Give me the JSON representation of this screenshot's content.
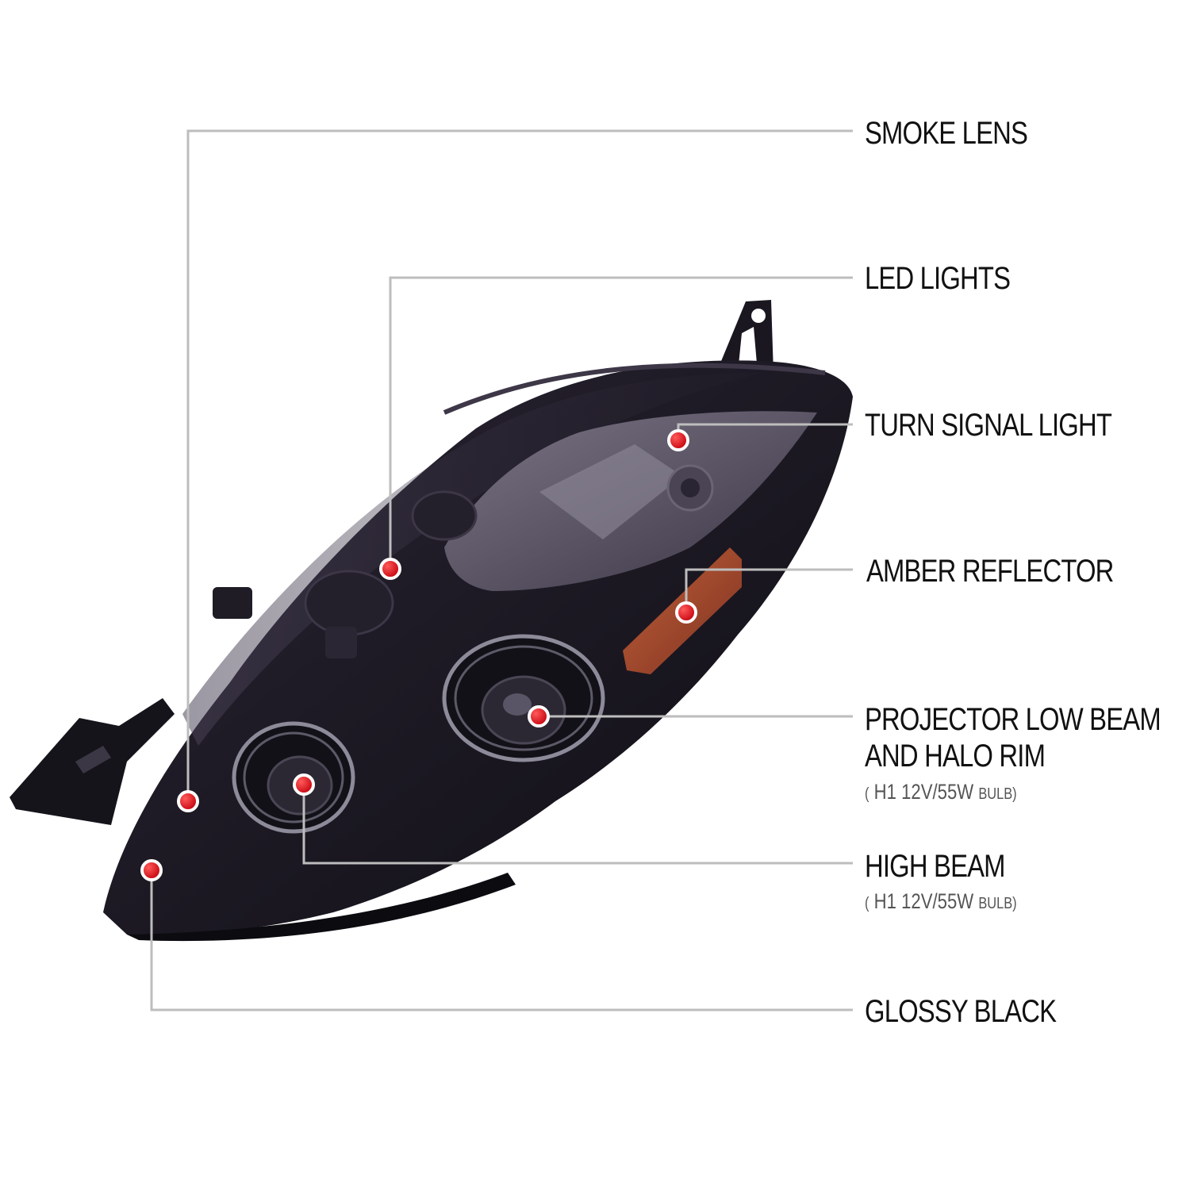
{
  "colors": {
    "background": "#ffffff",
    "leader_line": "#bdbdbd",
    "callout_dot": "#e10b16",
    "label_text": "#111111",
    "spec_text": "#555555",
    "housing": "#1b1822",
    "amber_reflector": "#a0462a"
  },
  "callouts": {
    "smoke_lens": {
      "label": "SMOKE LENS"
    },
    "led_lights": {
      "label": "LED LIGHTS"
    },
    "turn_signal": {
      "label": "TURN SIGNAL LIGHT"
    },
    "amber_reflector": {
      "label": "AMBER REFLECTOR"
    },
    "projector_low_beam": {
      "label_line1": "PROJECTOR LOW BEAM",
      "label_line2": "AND HALO RIM",
      "spec_open": "(",
      "spec_bulb": "H1",
      "spec_rating": "12V/55W",
      "spec_unit": "BULB",
      "spec_close": ")"
    },
    "high_beam": {
      "label": "HIGH BEAM",
      "spec_open": "(",
      "spec_bulb": "H1",
      "spec_rating": "12V/55W",
      "spec_unit": "BULB",
      "spec_close": ")"
    },
    "glossy_black": {
      "label": "GLOSSY BLACK"
    }
  }
}
